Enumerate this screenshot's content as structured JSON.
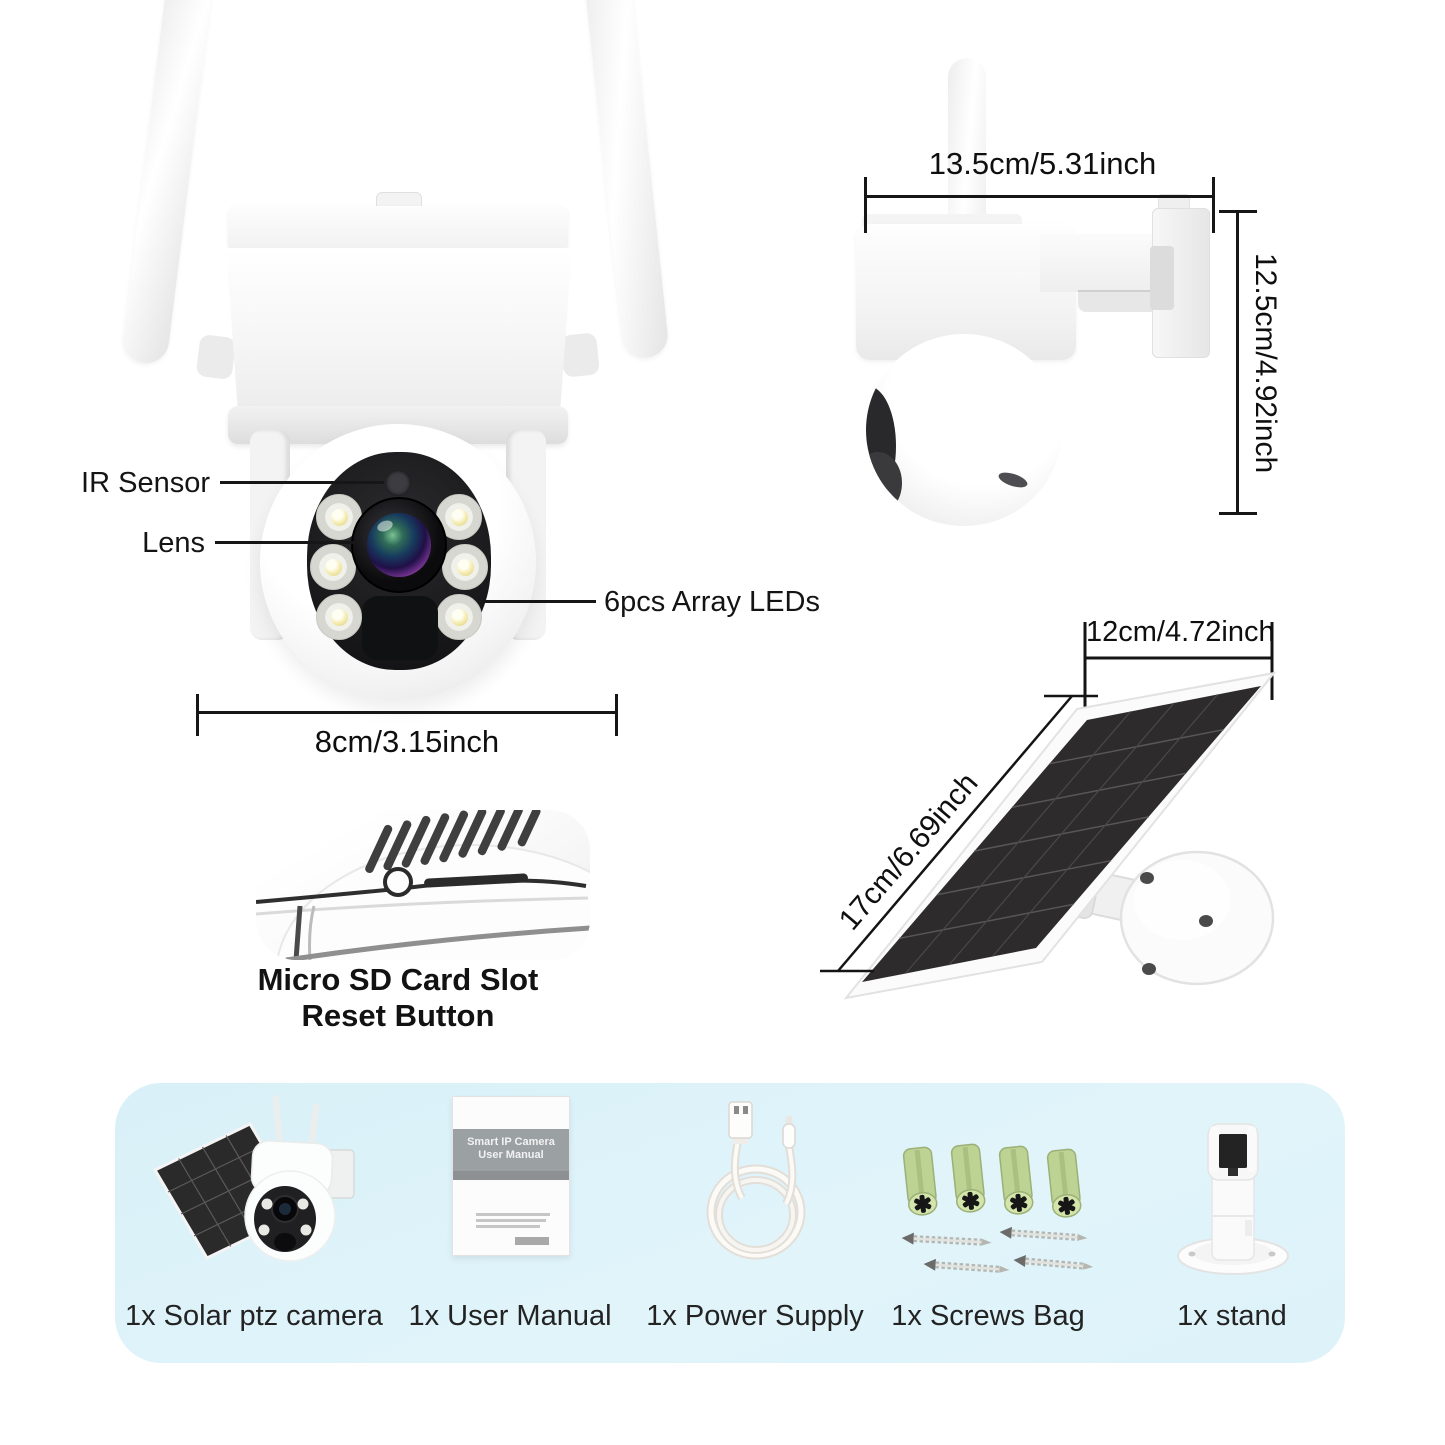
{
  "front_view": {
    "ir_sensor_label": "IR Sensor",
    "lens_label": "Lens",
    "leds_label": "6pcs Array LEDs",
    "width_dimension": "8cm/3.15inch"
  },
  "side_view": {
    "width_dimension": "13.5cm/5.31inch",
    "height_dimension": "12.5cm/4.92inch"
  },
  "sd_card_section": {
    "title_line1": "Micro SD Card Slot",
    "title_line2": "Reset Button"
  },
  "solar_panel": {
    "width_dimension": "12cm/4.72inch",
    "length_dimension": "17cm/6.69inch"
  },
  "package_contents": {
    "manual_cover": {
      "line1": "Smart IP Camera",
      "line2": "User Manual"
    },
    "items": [
      {
        "id": "solar-ptz-camera",
        "label": "1x Solar ptz camera"
      },
      {
        "id": "user-manual",
        "label": "1x User Manual"
      },
      {
        "id": "power-supply",
        "label": "1x Power Supply"
      },
      {
        "id": "screws-bag",
        "label": "1x Screws Bag"
      },
      {
        "id": "stand",
        "label": "1x stand"
      }
    ]
  },
  "colors": {
    "background": "#ffffff",
    "text": "#161616",
    "strip_background": "#ddf2f9",
    "panel_dark": "#2d2b2c",
    "anchor_green": "#bcd393"
  }
}
